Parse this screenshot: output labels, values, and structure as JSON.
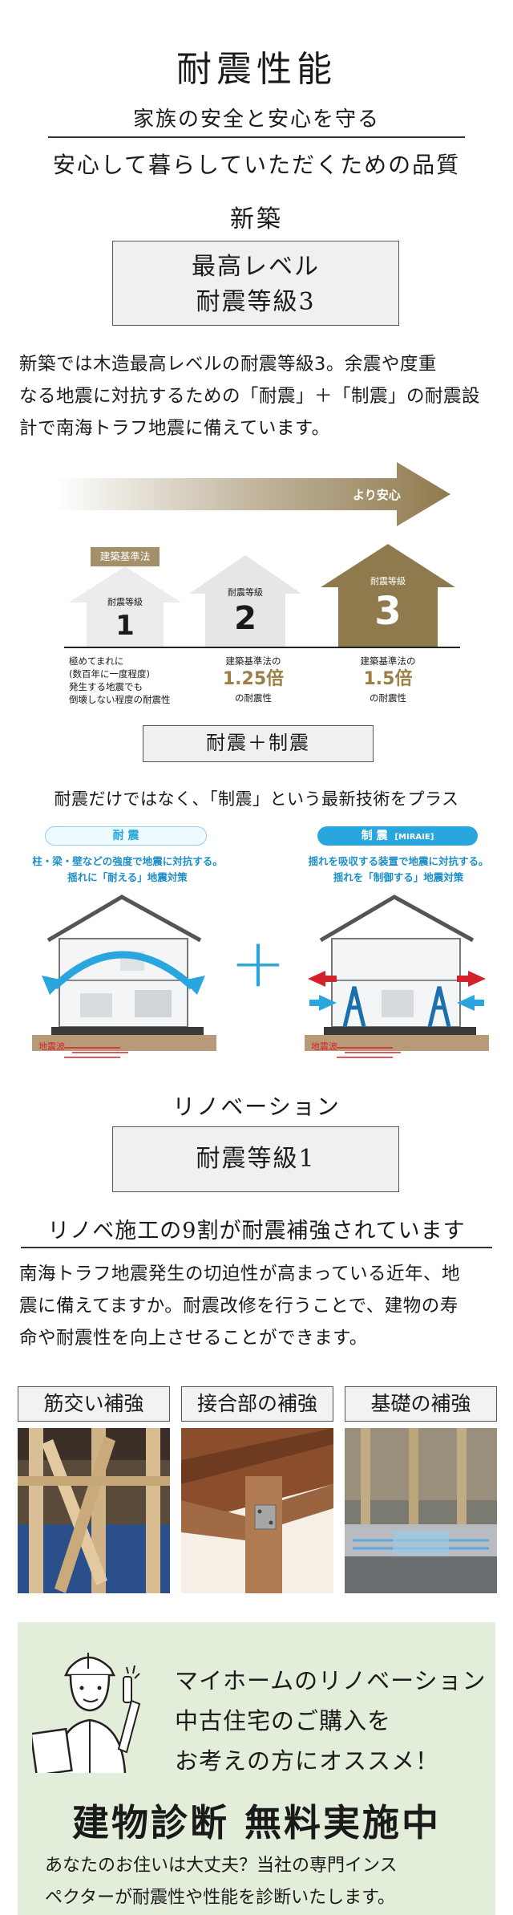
{
  "header": {
    "title": "耐震性能",
    "subtitle": "家族の安全と安心を守る",
    "tagline": "安心して暮らしていただくための品質"
  },
  "new_build": {
    "section_label": "新築",
    "box_line1": "最高レベル",
    "box_line2": "耐震等級3",
    "body": [
      "新築では木造最高レベルの耐震等級3。余震や度重",
      "なる地震に対抗するための「耐震」＋「制震」の耐震設",
      "計で南海トラフ地震に備えています。"
    ],
    "arrow_label": "より安心",
    "law_tag": "建築基準法",
    "grades": [
      {
        "label": "耐震等級",
        "number": "1",
        "note": [
          "極めてまれに",
          "(数百年に一度程度)",
          "発生する地震でも",
          "倒壊しない程度の耐震性"
        ]
      },
      {
        "label": "耐震等級",
        "number": "2",
        "note_prefix": "建築基準法の",
        "multiplier": "1.25倍",
        "note_suffix": "の耐震性"
      },
      {
        "label": "耐震等級",
        "number": "3",
        "note_prefix": "建築基準法の",
        "multiplier": "1.5倍",
        "note_suffix": "の耐震性"
      }
    ]
  },
  "combo": {
    "box_label": "耐震＋制震",
    "caption": "耐震だけではなく、「制震」という最新技術をプラス",
    "left": {
      "pill": "耐 震",
      "desc1": "柱・梁・壁などの強度で地震に対抗する。",
      "desc2": "揺れに「耐える」地震対策",
      "wave": "地震波"
    },
    "plus": "+",
    "right": {
      "pill": "制 震",
      "pill_sub": "[MIRAIE]",
      "desc1": "揺れを吸収する装置で地震に対抗する。",
      "desc2": "揺れを「制御する」地震対策",
      "wave": "地震波"
    }
  },
  "renovation": {
    "section_label": "リノベーション",
    "box_label": "耐震等級1",
    "headline": "リノベ施工の9割が耐震補強されています",
    "body": [
      "南海トラフ地震発生の切迫性が高まっている近年、地",
      "震に備えてますか。耐震改修を行うことで、建物の寿",
      "命や耐震性を向上させることができます。"
    ],
    "cards": [
      {
        "label": "筋交い補強"
      },
      {
        "label": "接合部の補強"
      },
      {
        "label": "基礎の補強"
      }
    ]
  },
  "promo": {
    "lines": [
      "マイホームのリノベーション",
      "中古住宅のご購入を",
      "お考えの方にオススメ！"
    ],
    "headline": "建物診断 無料実施中",
    "body": [
      "あなたのお住いは大丈夫？当社の専門インス",
      "ペクターが耐震性や性能を診断いたします。"
    ],
    "bg_color": "#e3eeda"
  },
  "colors": {
    "gold": "#8f7a4e",
    "blue": "#29a6dd",
    "red": "#d2232a",
    "grey_house": "#e8e8e8"
  }
}
